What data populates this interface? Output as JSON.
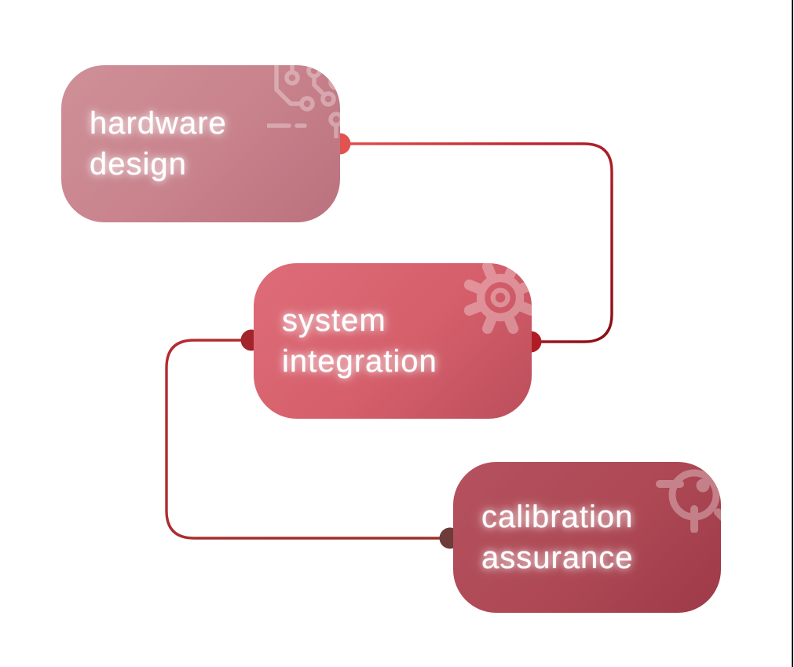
{
  "diagram": {
    "background_color": "#ffffff",
    "text_color": "#ffffff",
    "screen_edge_line_color": "#161616",
    "nodes": [
      {
        "id": "hardware-design",
        "label": {
          "line1": "hardware",
          "line2": "design"
        },
        "icon": "circuit-board-icon",
        "fill": {
          "from": "#cf9098",
          "mid": "#c8828c",
          "to": "#ba717d"
        }
      },
      {
        "id": "system-integration",
        "label": {
          "line1": "system",
          "line2": "integration"
        },
        "icon": "gear-icon",
        "fill": {
          "from": "#de6d79",
          "mid": "#d55f6b",
          "to": "#bb4e5b"
        }
      },
      {
        "id": "calibration-assurance",
        "label": {
          "line1": "calibration",
          "line2": "assurance"
        },
        "icon": "target-icon",
        "fill": {
          "from": "#b5525f",
          "mid": "#ad4854",
          "to": "#9e3a49"
        }
      }
    ],
    "connectors": [
      {
        "from": "hardware-design",
        "to": "system-integration",
        "color_start": "#e25350",
        "color_mid": "#c02832",
        "color_end": "#8a0e15",
        "start_dot_color": "#e25350",
        "end_dot_color": "#b11b24"
      },
      {
        "from": "system-integration",
        "to": "calibration-assurance",
        "color_start": "#b42c30",
        "color_end": "#99302c",
        "start_dot_color": "#a3242a",
        "end_dot_color": "#6d3c3a"
      }
    ]
  }
}
